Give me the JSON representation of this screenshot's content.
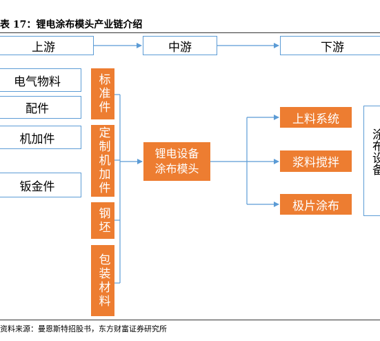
{
  "title": "表 17：锂电涂布模头产业链介绍",
  "stages": {
    "upstream": "上游",
    "midstream": "中游",
    "downstream": "下游"
  },
  "materials": [
    "电气物料",
    "配件",
    "机加件",
    "钣金件"
  ],
  "components": [
    "标准件",
    "定制机加件",
    "钢坯",
    "包装材料"
  ],
  "center": "锂电设备涂布模头",
  "systems": [
    "上料系统",
    "浆料搅拌",
    "极片涂布"
  ],
  "downstream_label": "涂布设备",
  "source": "资料来源：曼恩斯特招股书，东方财富证券研究所",
  "colors": {
    "orange": "#ed7d31",
    "blue": "#5b9bd5"
  }
}
